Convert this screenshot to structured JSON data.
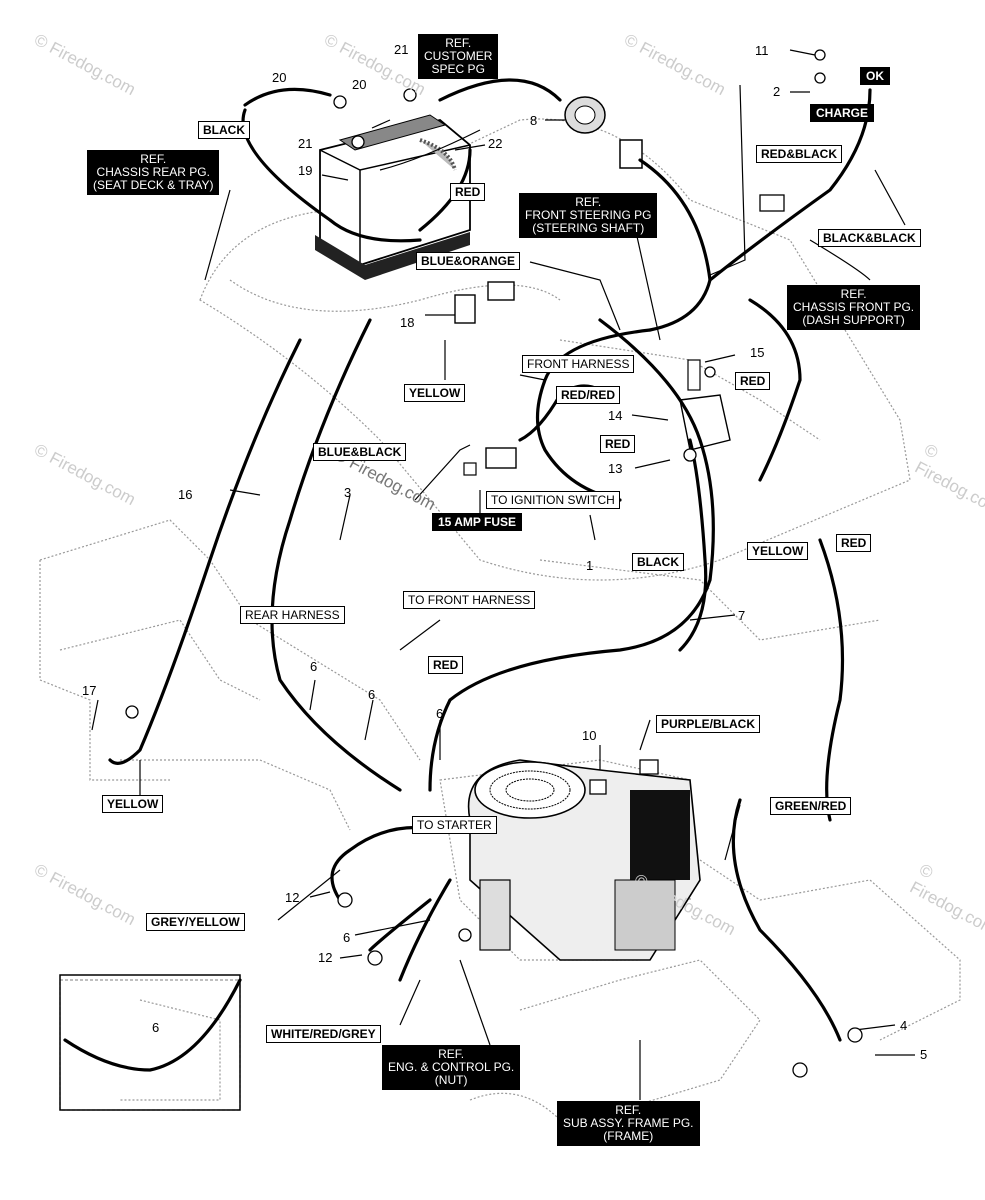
{
  "watermark": "© Firedog.com",
  "watermark_inline": "© Firedog.com",
  "refs": {
    "customer": "REF.\nCUSTOMER\nSPEC PG",
    "chassis_rear": "REF.\nCHASSIS REAR PG.\n(SEAT DECK & TRAY)",
    "front_steering": "REF.\nFRONT STEERING PG\n(STEERING SHAFT)",
    "chassis_front": "REF.\nCHASSIS FRONT PG.\n(DASH SUPPORT)",
    "eng_control": "REF.\nENG. & CONTROL PG.\n(NUT)",
    "sub_assy": "REF.\nSUB ASSY. FRAME PG.\n(FRAME)"
  },
  "labels": {
    "ok": "OK",
    "charge": "CHARGE",
    "red_black": "RED&BLACK",
    "black_black": "BLACK&BLACK",
    "black_top": "BLACK",
    "red_battery": "RED",
    "blue_orange": "BLUE&ORANGE",
    "yellow_switch": "YELLOW",
    "front_harness": "FRONT HARNESS",
    "red_red": "RED/RED",
    "red_right": "RED",
    "red_mid": "RED",
    "blue_black": "BLUE&BLACK",
    "to_ignition": "TO IGNITION SWITCH",
    "fuse": "15 AMP FUSE",
    "black_mid": "BLACK",
    "yellow_right": "YELLOW",
    "red_far_right": "RED",
    "to_front_harness": "TO FRONT HARNESS",
    "rear_harness": "REAR HARNESS",
    "red_lower": "RED",
    "purple_black": "PURPLE/BLACK",
    "green_red": "GREEN/RED",
    "to_starter": "TO STARTER",
    "yellow_left": "YELLOW",
    "grey_yellow": "GREY/YELLOW",
    "white_red_grey": "WHITE/RED/GREY"
  },
  "callouts": [
    "11",
    "2",
    "21",
    "20",
    "20",
    "21",
    "22",
    "19",
    "8",
    "18",
    "15",
    "14",
    "13",
    "16",
    "3",
    "1",
    "7",
    "6",
    "6",
    "6",
    "10",
    "17",
    "12",
    "6",
    "12",
    "6",
    "4",
    "5"
  ]
}
